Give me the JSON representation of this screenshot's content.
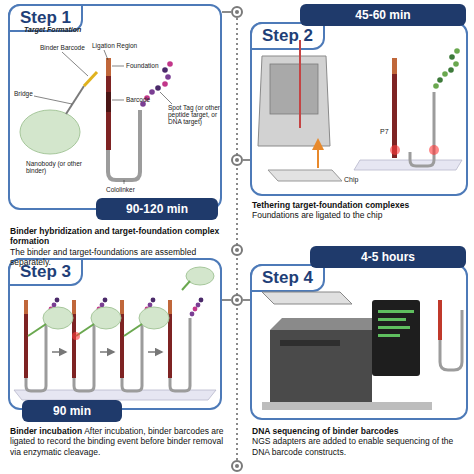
{
  "diagram": {
    "nodes": [
      {
        "text": [
          "Step 1"
        ]
      },
      {
        "text": [
          "90-120 min"
        ]
      },
      {
        "text": [
          "45-60 min"
        ]
      },
      {
        "text": [
          "Step 2"
        ]
      },
      {
        "text": [
          "Step 3"
        ]
      },
      {
        "text": [
          "90 min"
        ]
      },
      {
        "text": [
          "4-5 hours"
        ]
      },
      {
        "text": [
          "Step 4"
        ]
      }
    ],
    "labels": [
      "Target Formation",
      "Binder Barcode",
      "Ligation Region",
      "Foundation",
      "Bridge",
      "Barcode",
      "Spot Tag (or other peptide target, or DNA target)",
      "Nanobody (or other binder)",
      "Cololinker",
      "P7",
      "Chip",
      "Binder hybridization and target-foundation complex formation",
      "The binder and target-foundations are assembled separately.",
      "Tethering target-foundation complexes",
      "Foundations are ligated to the chip",
      "Binder incubation",
      "After incubation, binder barcodes are ligated to record the binding event before binder removal via enzymatic cleavage.",
      "DNA sequencing of binder barcodes",
      "NGS adapters are added to enable sequencing of the DNA barcode constructs."
    ]
  }
}
